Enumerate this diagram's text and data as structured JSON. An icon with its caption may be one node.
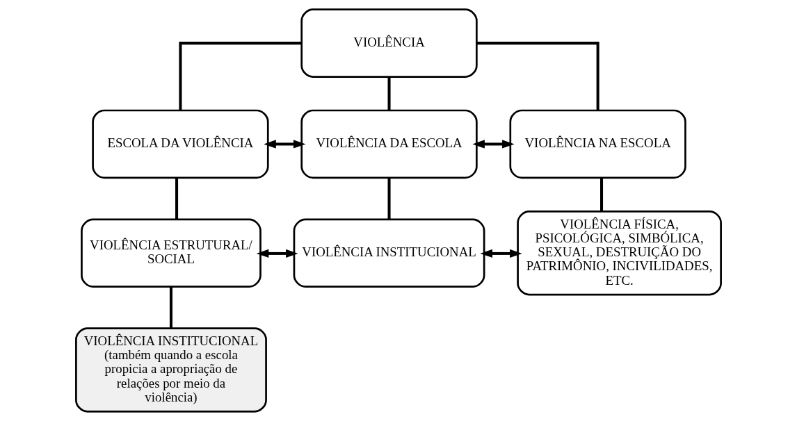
{
  "diagram": {
    "nodes": [
      {
        "text": [
          "VIOLÊNCIA"
        ]
      },
      {
        "text": [
          "ESCOLA DA VIOLÊNCIA"
        ]
      },
      {
        "text": [
          "VIOLÊNCIA DA ESCOLA"
        ]
      },
      {
        "text": [
          "VIOLÊNCIA NA ESCOLA"
        ]
      },
      {
        "text": [
          "VIOLÊNCIA ESTRUTURAL/ SOCIAL"
        ]
      },
      {
        "text": [
          "VIOLÊNCIA INSTITUCIONAL"
        ]
      },
      {
        "text": [
          "VIOLÊNCIA FÍSICA, PSICOLÓGICA, SIMBÓLICA, SEXUAL, DESTRUIÇÃO DO PATRIMÔNIO, INCIVILIDADES, ETC."
        ]
      },
      {
        "text": [
          "VIOLÊNCIA INSTITUCIONAL",
          "(também quando a escola propicia a apropriação de relações por meio da violência)"
        ]
      }
    ],
    "edges": [
      {
        "from": 0,
        "to": 1,
        "arrow": "none"
      },
      {
        "from": 0,
        "to": 2,
        "arrow": "none"
      },
      {
        "from": 0,
        "to": 3,
        "arrow": "none"
      },
      {
        "from": 1,
        "to": 2,
        "arrow": "both"
      },
      {
        "from": 2,
        "to": 3,
        "arrow": "both"
      },
      {
        "from": 1,
        "to": 4,
        "arrow": "none"
      },
      {
        "from": 2,
        "to": 5,
        "arrow": "none"
      },
      {
        "from": 3,
        "to": 6,
        "arrow": "none"
      },
      {
        "from": 4,
        "to": 5,
        "arrow": "both"
      },
      {
        "from": 5,
        "to": 6,
        "arrow": "both"
      },
      {
        "from": 4,
        "to": 7,
        "arrow": "none"
      }
    ]
  }
}
